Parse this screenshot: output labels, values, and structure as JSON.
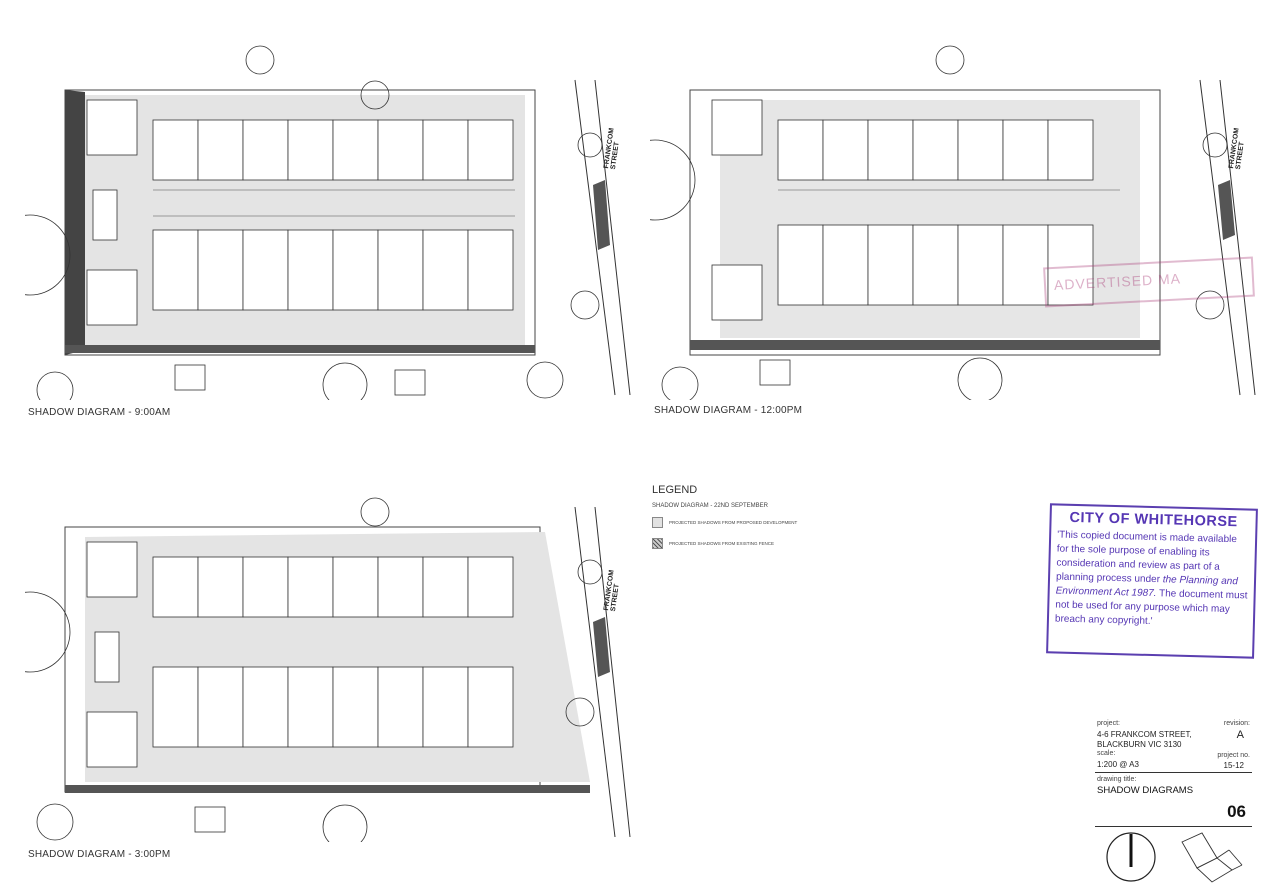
{
  "plans": [
    {
      "caption": "SHADOW DIAGRAM - 9:00AM",
      "street": "FRANKCOM STREET"
    },
    {
      "caption": "SHADOW DIAGRAM - 12:00PM",
      "street": "FRANKCOM STREET"
    },
    {
      "caption": "SHADOW DIAGRAM - 3:00PM",
      "street": "FRANKCOM STREET"
    }
  ],
  "legend": {
    "title": "LEGEND",
    "subtitle": "SHADOW DIAGRAM - 22ND SEPTEMBER",
    "items": [
      {
        "label": "PROJECTED SHADOWS FROM PROPOSED DEVELOPMENT"
      },
      {
        "label": "PROJECTED SHADOWS FROM EXISTING FENCE"
      }
    ]
  },
  "stamp": {
    "title": "CITY OF WHITEHORSE",
    "text_1": "'This copied document is made available for the sole purpose of enabling its consideration and review as part of a planning process under ",
    "text_italic": "the Planning and Environment Act 1987.",
    "text_2": " The document must not be used for any purpose which may breach any copyright.'"
  },
  "faint_stamp": "ADVERTISED MA",
  "titleblock": {
    "project_label": "project:",
    "project_line1": "4-6 FRANKCOM STREET,",
    "project_line2": "BLACKBURN VIC 3130",
    "scale_label": "scale:",
    "scale_value": "1:200 @ A3",
    "revision_label": "revision:",
    "revision_value": "A",
    "project_no_label": "project no.",
    "project_no_value": "15-12",
    "drawing_title_label": "drawing title:",
    "drawing_title": "SHADOW DIAGRAMS",
    "drawing_number": "06"
  },
  "colors": {
    "stamp": "#5536b4",
    "shadow": "#e2e2e2",
    "line": "#444444"
  }
}
